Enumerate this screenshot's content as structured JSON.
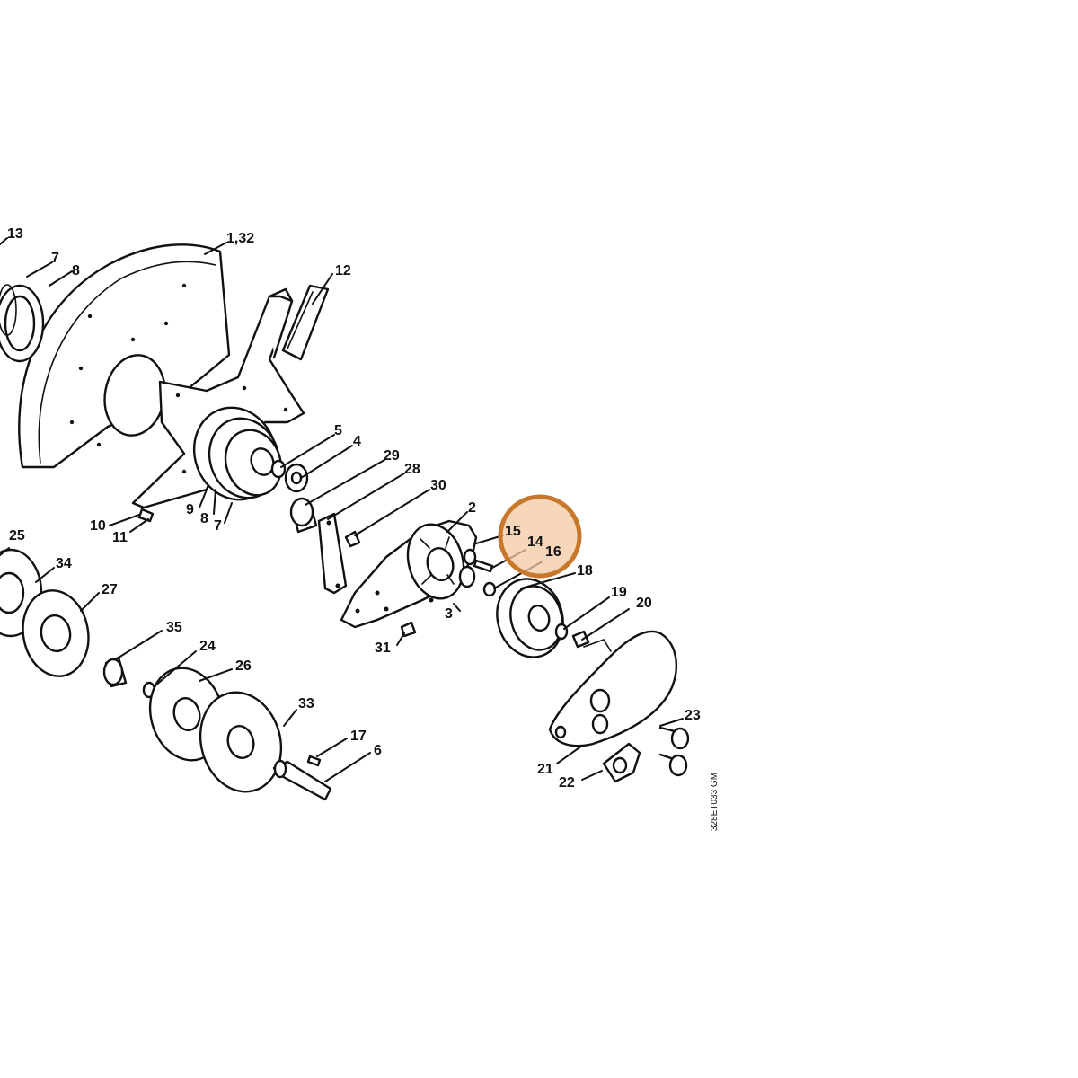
{
  "drawing_code": "328ET033 GM",
  "highlight": {
    "color": "#c8782a",
    "fill": "#f3c9a2",
    "parts": [
      "15",
      "14",
      "16"
    ]
  },
  "callouts": {
    "p13": "13",
    "p7a": "7",
    "p8a": "8",
    "p1_32": "1,32",
    "p12": "12",
    "p5": "5",
    "p4": "4",
    "p29": "29",
    "p28": "28",
    "p30": "30",
    "p10": "10",
    "p11": "11",
    "p9": "9",
    "p8b": "8",
    "p7b": "7",
    "p2": "2",
    "p15": "15",
    "p14": "14",
    "p16": "16",
    "p18": "18",
    "p19": "19",
    "p20": "20",
    "p3": "3",
    "p31": "31",
    "p25": "25",
    "p34": "34",
    "p27": "27",
    "p35": "35",
    "p24": "24",
    "p26": "26",
    "p33": "33",
    "p17": "17",
    "p6": "6",
    "p23": "23",
    "p21": "21",
    "p22": "22"
  }
}
